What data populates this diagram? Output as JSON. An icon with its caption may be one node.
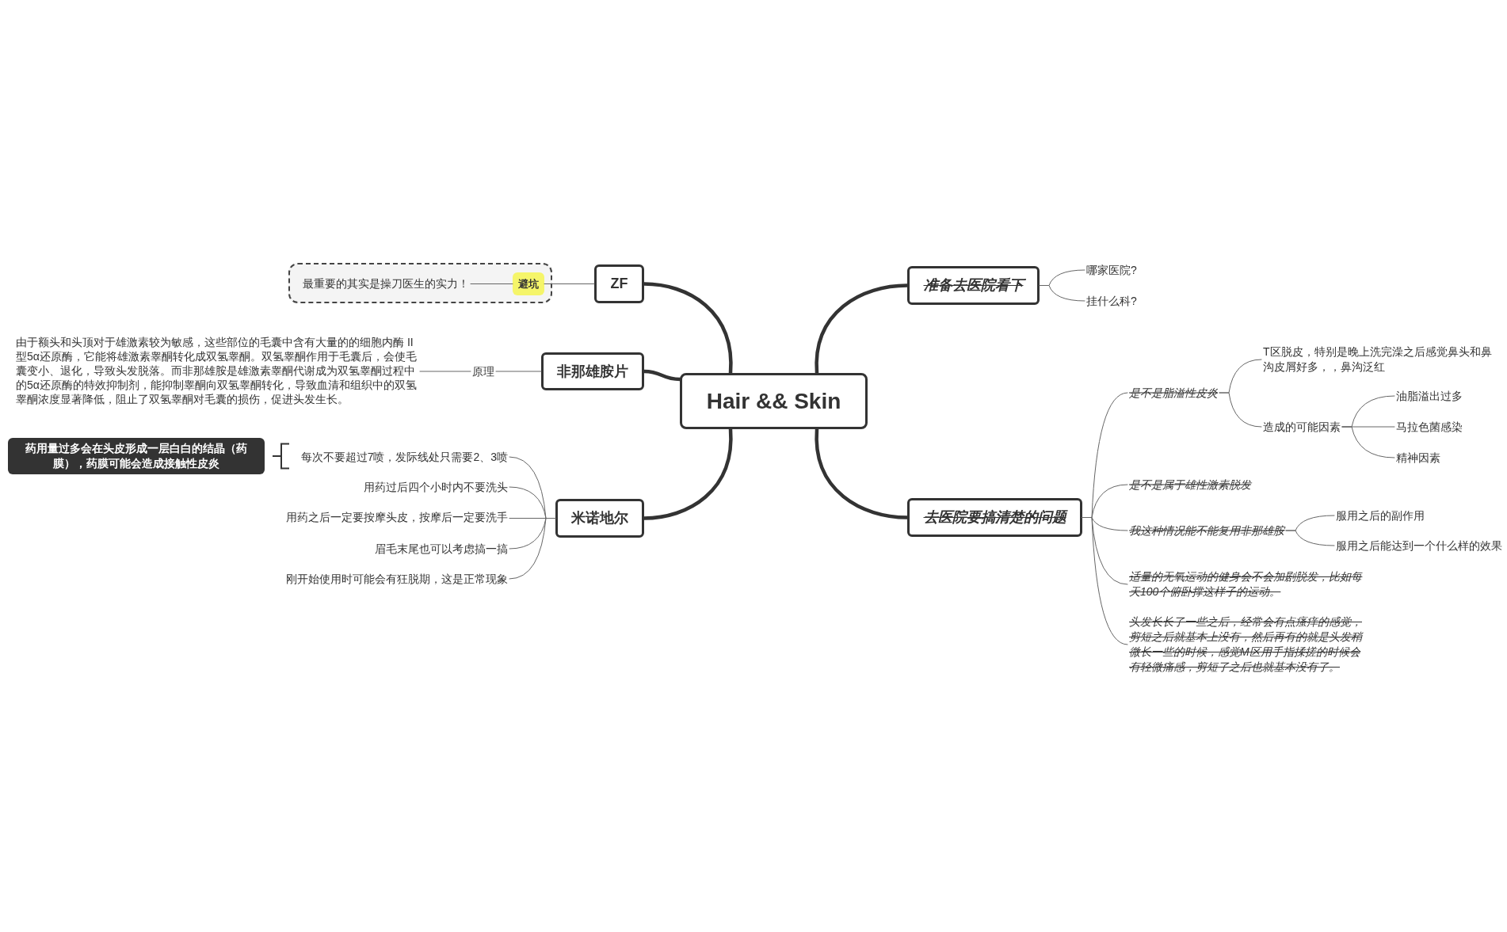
{
  "diagram": {
    "nodes": [
      {
        "text": [
          "Hair && Skin"
        ]
      },
      {
        "text": [
          "ZF"
        ]
      },
      {
        "text": [],
        "shape": "box"
      },
      {
        "text": [
          "避坑"
        ],
        "in": 2
      },
      {
        "text": [
          "最重要的其实是操刀医生的实力！"
        ],
        "in": 2
      },
      {
        "text": [
          "非那雄胺片"
        ]
      },
      {
        "text": [
          "原理"
        ]
      },
      {
        "text": [
          "由于额头和头顶对于雄激素较为敏感，这些部位的毛囊中含有大量的的细胞内酶 II型5α还原酶，它能将雄激素睾酮转化成双氢睾酮。双氢睾酮作用于毛囊后，会使毛囊变小、退化，导致头发脱落。而非那雄胺是雄激素睾酮代谢成为双氢睾酮过程中的5α还原酶的特效抑制剂，能抑制睾酮向双氢睾酮转化，导致血清和组织中的双氢睾酮浓度显著降低，阻止了双氢睾酮对毛囊的损伤，促进头发生长。"
        ]
      },
      {
        "text": [
          "米诺地尔"
        ]
      },
      {
        "text": [
          "每次不要超过7喷，发际线处只需要2、3喷"
        ]
      },
      {
        "text": [
          "用药过后四个小时内不要洗头"
        ]
      },
      {
        "text": [
          "用药之后一定要按摩头皮，按摩后一定要洗手"
        ]
      },
      {
        "text": [
          "眉毛末尾也可以考虑搞一搞"
        ]
      },
      {
        "text": [
          "刚开始使用时可能会有狂脱期，这是正常现象"
        ]
      },
      {
        "text": [
          "药用量过多会在头皮形成一层白白的结晶（药膜），药膜可能会造成接触性皮炎"
        ]
      },
      {
        "text": [
          "准备去医院看下"
        ]
      },
      {
        "text": [
          "哪家医院?"
        ]
      },
      {
        "text": [
          "挂什么科?"
        ]
      },
      {
        "text": [
          "去医院要搞清楚的问题"
        ]
      },
      {
        "text": [
          "是不是脂溢性皮炎"
        ]
      },
      {
        "text": [
          "T区脱皮，特别是晚上洗完澡之后感觉鼻头和鼻沟皮屑好多，，鼻沟泛红"
        ]
      },
      {
        "text": [
          "造成的可能因素"
        ]
      },
      {
        "text": [
          "油脂溢出过多"
        ]
      },
      {
        "text": [
          "马拉色菌感染"
        ]
      },
      {
        "text": [
          "精神因素"
        ]
      },
      {
        "text": [
          "是不是属于雄性激素脱发"
        ]
      },
      {
        "text": [
          "我这种情况能不能复用非那雄胺"
        ]
      },
      {
        "text": [
          "服用之后的副作用"
        ]
      },
      {
        "text": [
          "服用之后能达到一个什么样的效果"
        ]
      },
      {
        "text": [
          "适量的无氧运动的健身会不会加剧脱发，比如每天100个俯卧撑这样子的运动。"
        ]
      },
      {
        "text": [
          "头发长长了一些之后，经常会有点瘙痒的感觉，剪短之后就基本上没有，然后再有的就是头发稍微长一些的时候，感觉M区用手指揉搓的时候会有轻微痛感，剪短了之后也就基本没有了。"
        ]
      }
    ],
    "edges": [
      {
        "from": 0,
        "to": 1,
        "arrow": "none",
        "style": "thick"
      },
      {
        "from": 1,
        "to": 3,
        "arrow": "none"
      },
      {
        "from": 3,
        "to": 4,
        "arrow": "none"
      },
      {
        "from": 0,
        "to": 5,
        "arrow": "none",
        "style": "thick"
      },
      {
        "from": 5,
        "to": 6,
        "arrow": "none"
      },
      {
        "from": 6,
        "to": 7,
        "arrow": "none"
      },
      {
        "from": 0,
        "to": 8,
        "arrow": "none",
        "style": "thick"
      },
      {
        "from": 8,
        "to": 9,
        "arrow": "none"
      },
      {
        "from": 8,
        "to": 10,
        "arrow": "none"
      },
      {
        "from": 8,
        "to": 11,
        "arrow": "none"
      },
      {
        "from": 8,
        "to": 12,
        "arrow": "none"
      },
      {
        "from": 8,
        "to": 13,
        "arrow": "none"
      },
      {
        "from": 0,
        "to": 15,
        "arrow": "none",
        "style": "thick"
      },
      {
        "from": 15,
        "to": 16,
        "arrow": "none"
      },
      {
        "from": 15,
        "to": 17,
        "arrow": "none"
      },
      {
        "from": 0,
        "to": 18,
        "arrow": "none",
        "style": "thick"
      },
      {
        "from": 18,
        "to": 19,
        "arrow": "none"
      },
      {
        "from": 19,
        "to": 20,
        "arrow": "none"
      },
      {
        "from": 19,
        "to": 21,
        "arrow": "none"
      },
      {
        "from": 21,
        "to": 22,
        "arrow": "none"
      },
      {
        "from": 21,
        "to": 23,
        "arrow": "none"
      },
      {
        "from": 21,
        "to": 24,
        "arrow": "none"
      },
      {
        "from": 18,
        "to": 25,
        "arrow": "none"
      },
      {
        "from": 18,
        "to": 26,
        "arrow": "none"
      },
      {
        "from": 26,
        "to": 27,
        "arrow": "none"
      },
      {
        "from": 26,
        "to": 28,
        "arrow": "none"
      },
      {
        "from": 18,
        "to": 29,
        "arrow": "none"
      },
      {
        "from": 18,
        "to": 30,
        "arrow": "none"
      }
    ]
  }
}
